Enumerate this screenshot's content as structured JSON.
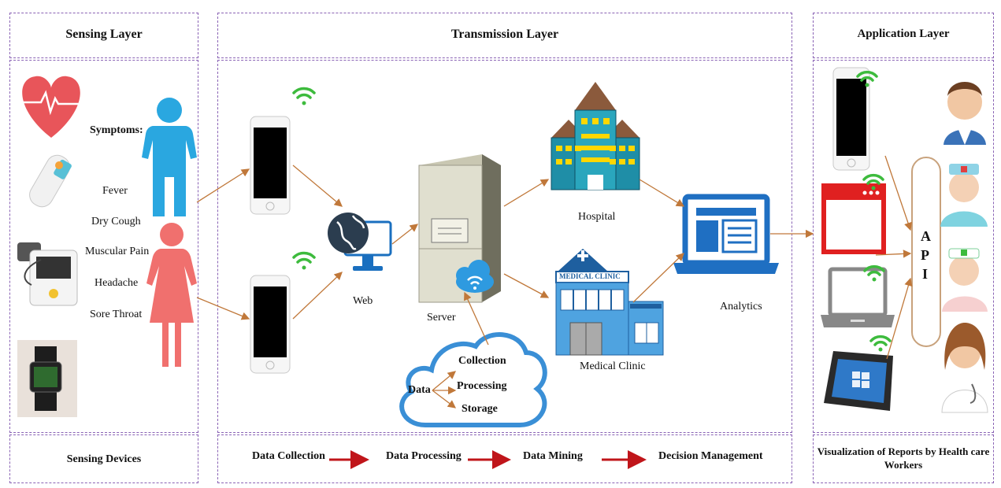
{
  "layers": {
    "sensing": {
      "title": "Sensing Layer",
      "footer": "Sensing Devices"
    },
    "transmission": {
      "title": "Transmission Layer"
    },
    "application": {
      "title": "Application Layer",
      "footer": "Visualization of Reports by Health care Workers"
    }
  },
  "symptoms": {
    "heading": "Symptoms:",
    "items": [
      "Fever",
      "Dry Cough",
      "Muscular Pain",
      "Headache",
      "Sore Throat"
    ]
  },
  "nodes": {
    "web": "Web",
    "server": "Server",
    "hospital": "Hospital",
    "clinic": "Medical Clinic",
    "clinic_sign": "MEDICAL CLINIC",
    "analytics": "Analytics",
    "api": [
      "A",
      "P",
      "I"
    ]
  },
  "cloud": {
    "data": "Data",
    "steps": [
      "Collection",
      "Processing",
      "Storage"
    ]
  },
  "pipeline": [
    "Data Collection",
    "Data Processing",
    "Data Mining",
    "Decision Management"
  ],
  "colors": {
    "border": "#8a63b5",
    "arrow": "#c0783a",
    "pipeline_arrow": "#c0151a",
    "male": "#2aa7e0",
    "female": "#f0706e",
    "wifi": "#3dbb3d",
    "cloud": "#3a8fd6"
  },
  "icons": [
    "heart-rate-icon",
    "thermometer-icon",
    "blood-pressure-monitor-icon",
    "smartwatch-icon",
    "male-person-icon",
    "female-person-icon",
    "smartphone-icon",
    "wifi-icon",
    "globe-monitor-icon",
    "server-icon",
    "cloud-wifi-icon",
    "hospital-icon",
    "clinic-icon",
    "laptop-icon",
    "browser-window-icon",
    "tablet-icon",
    "doctor-avatar-icon",
    "nurse-avatar-icon"
  ]
}
